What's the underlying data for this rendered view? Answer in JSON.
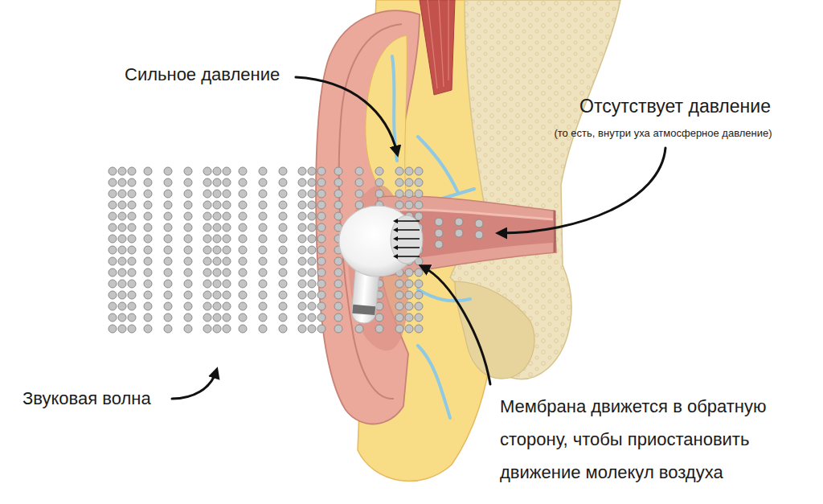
{
  "diagram": {
    "labels": [
      "Сильное давление",
      "Отсутствует давление",
      "(то есть, внутри уха атмосферное давление)",
      "Звуковая волна",
      "Мембрана движется в обратную сторону, чтобы приостановить движение молекул воздуха"
    ]
  }
}
